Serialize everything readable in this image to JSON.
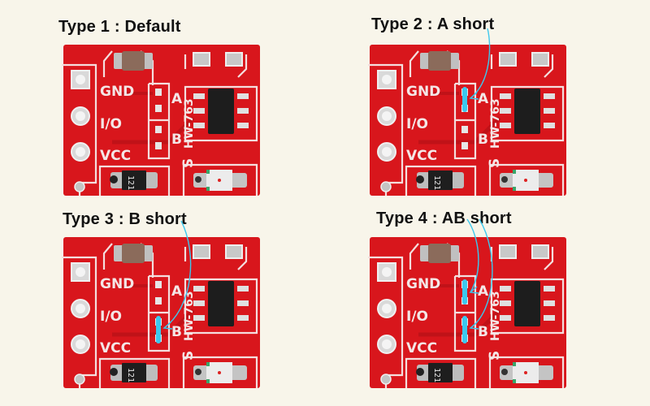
{
  "background_color": "#f8f5ea",
  "board_color": "#d8161c",
  "jumper_mark_color": "#3cc8ee",
  "board_model": "HW-763",
  "pin_labels": [
    "GND",
    "I/O",
    "VCC"
  ],
  "pad_labels": {
    "a": "A",
    "b": "B",
    "s": "S"
  },
  "resistor_code": "121",
  "panels": [
    {
      "id": "type1",
      "title": "Type 1 : Default",
      "shorted": []
    },
    {
      "id": "type2",
      "title": "Type 2 : A short",
      "shorted": [
        "A"
      ]
    },
    {
      "id": "type3",
      "title": "Type 3 : B short",
      "shorted": [
        "B"
      ]
    },
    {
      "id": "type4",
      "title": "Type 4 : AB short",
      "shorted": [
        "A",
        "B"
      ]
    }
  ]
}
